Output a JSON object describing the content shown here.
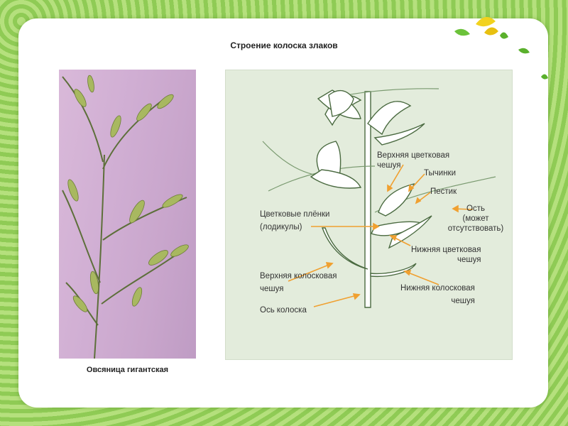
{
  "slide": {
    "title": "Строение колоска злаков",
    "photo_caption": "Овсяница гигантская"
  },
  "diagram": {
    "labels": {
      "upper_floral_scale_1": "Верхняя цветковая",
      "upper_floral_scale_2": "чешуя",
      "stamens": "Тычинки",
      "pistil": "Пестик",
      "awn_1": "Ость",
      "awn_2": "(может",
      "awn_3": "отсутствовать)",
      "lodicules_1": "Цветковые плёнки",
      "lodicules_2": "(лодикулы)",
      "lower_floral_scale_1": "Нижняя цветковая",
      "lower_floral_scale_2": "чешуя",
      "upper_glume_1": "Верхняя колосковая",
      "upper_glume_2": "чешуя",
      "lower_glume_1": "Нижняя колосковая",
      "lower_glume_2": "чешуя",
      "spikelet_axis": "Ось колоска"
    }
  },
  "colors": {
    "frame": "#9fd36a",
    "arrow": "#f0a030",
    "scale_fill": "#ffffff",
    "scale_stroke": "#4a6a40"
  }
}
